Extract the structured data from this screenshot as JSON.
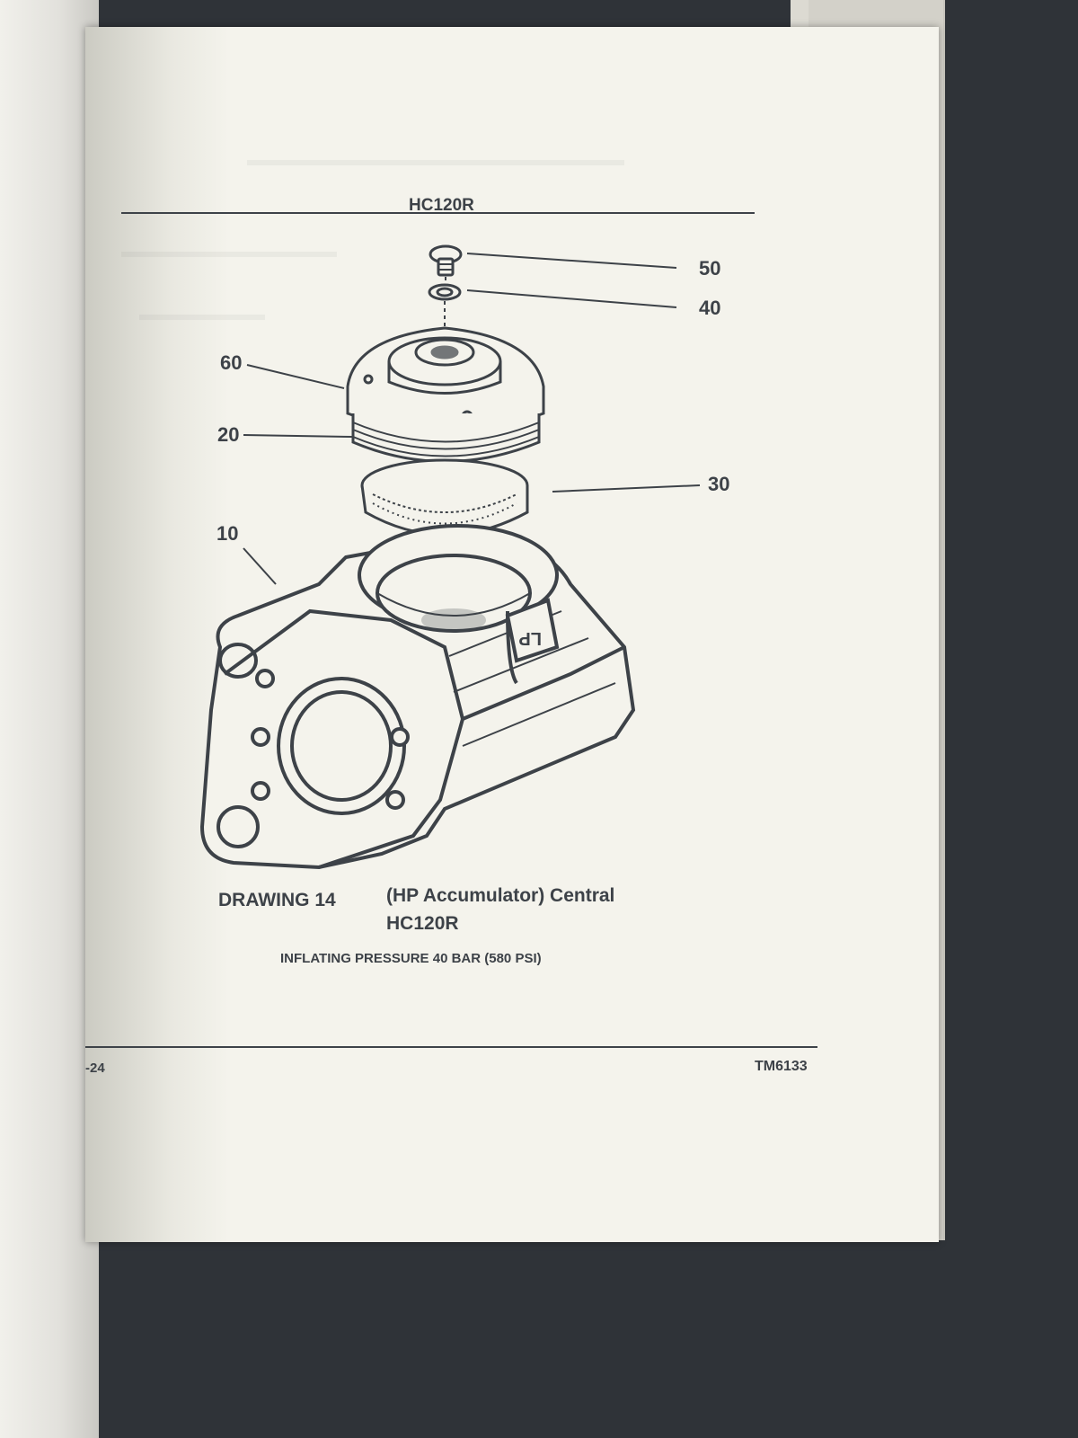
{
  "header": {
    "title": "HC120R"
  },
  "callouts": [
    "50",
    "40",
    "60",
    "20",
    "30",
    "10"
  ],
  "drawing_stamp": "LP",
  "caption": {
    "label": "DRAWING 14",
    "title_line1": "(HP Accumulator) Central",
    "title_line2": "HC120R",
    "note": "INFLATING PRESSURE 40 BAR (580 PSI)"
  },
  "footer": {
    "page_number": "-24",
    "doc_code": "TM6133"
  },
  "colors": {
    "ink": "#3d4248",
    "paper": "#f4f3ec",
    "background": "#2f3338"
  }
}
